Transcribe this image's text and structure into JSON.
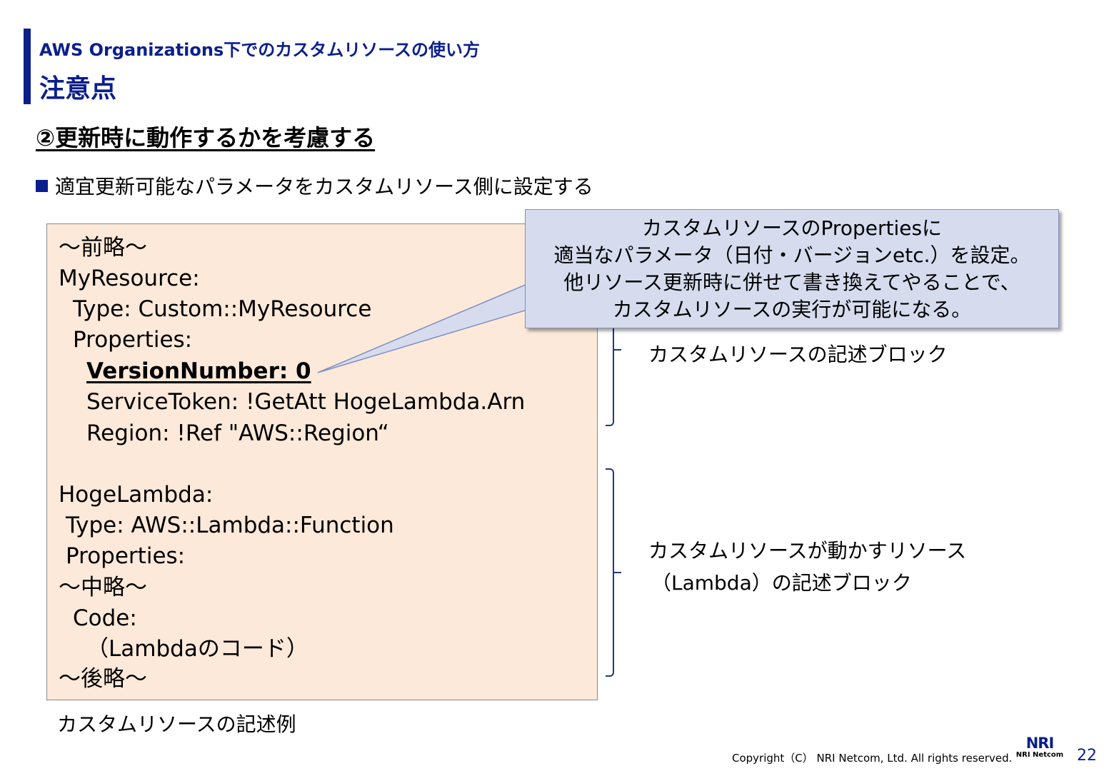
{
  "header": {
    "subtitle": "AWS Organizations下でのカスタムリソースの使い方",
    "title": "注意点"
  },
  "section": {
    "heading": "②更新時に動作するかを考慮する",
    "bullet": "適宜更新可能なパラメータをカスタムリソース側に設定する"
  },
  "code_example": {
    "lines": [
      "～前略～",
      "MyResource:",
      "Type: Custom::MyResource",
      "Properties:",
      "VersionNumber: 0",
      "ServiceToken: !GetAtt HogeLambda.Arn",
      "Region: !Ref \"AWS::Region“",
      "HogeLambda:",
      "Type: AWS::Lambda::Function",
      "Properties:",
      "～中略～",
      "Code:",
      "（Lambdaのコード）",
      "～後略～"
    ],
    "caption": "カスタムリソースの記述例"
  },
  "callout": {
    "lines": [
      "カスタムリソースのPropertiesに",
      "適当なパラメータ（日付・バージョンetc.）を設定。",
      "他リソース更新時に併せて書き換えてやることで、",
      "カスタムリソースの実行が可能になる。"
    ]
  },
  "annotations": {
    "custom_resource_block": "カスタムリソースの記述ブロック",
    "lambda_block_line1": "カスタムリソースが動かすリソース",
    "lambda_block_line2": "（Lambda）の記述ブロック"
  },
  "footer": {
    "copyright": "Copyright（C） NRI Netcom, Ltd. All rights reserved.",
    "logo_main": "NRI",
    "logo_sub": "NRI Netcom",
    "page_number": "22"
  },
  "colors": {
    "brand_navy": "#0b1f8c",
    "code_background": "#fde9d9",
    "callout_background": "#d6dcee"
  }
}
